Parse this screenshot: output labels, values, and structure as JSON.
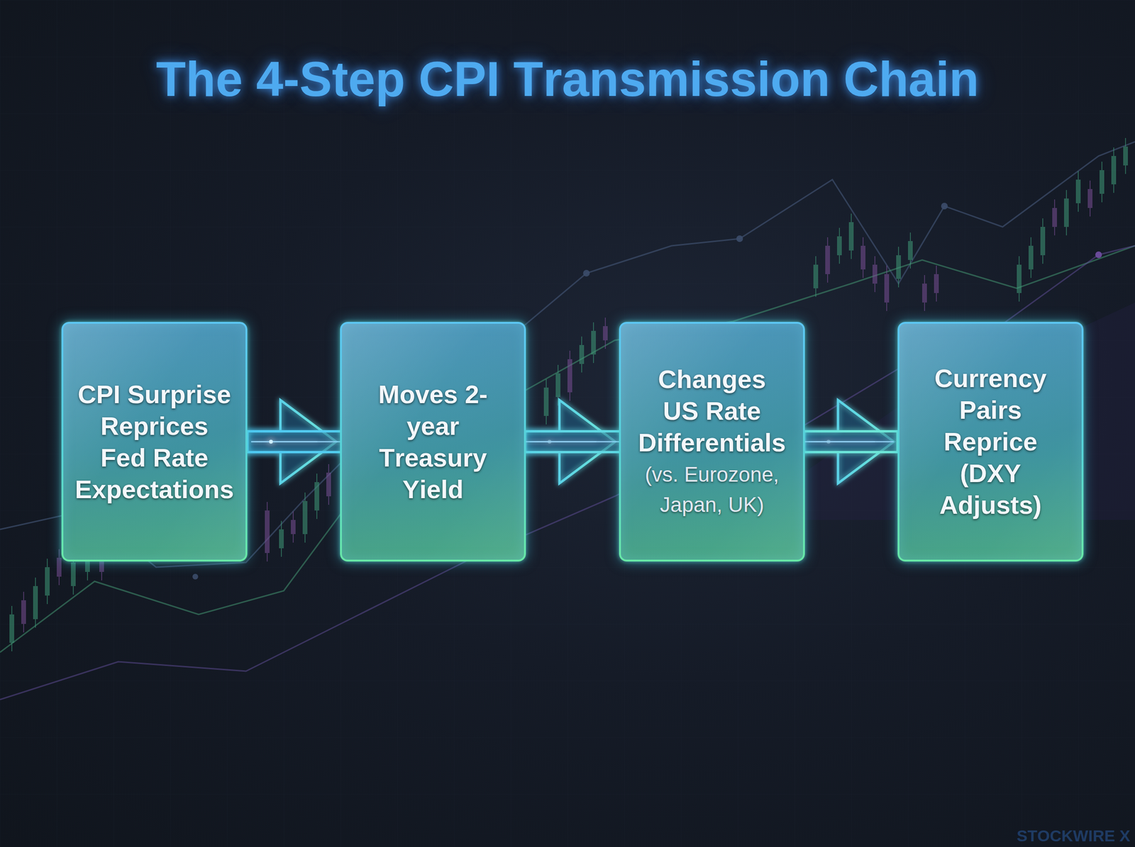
{
  "diagram": {
    "title": "The 4-Step CPI Transmission Chain",
    "nodes": [
      {
        "text": [
          "CPI Surprise Reprices Fed Rate Expectations"
        ]
      },
      {
        "text": [
          "Moves 2-year Treasury Yield"
        ]
      },
      {
        "text": [
          "Changes US Rate Differentials",
          "(vs. Eurozone, Japan, UK)"
        ]
      },
      {
        "text": [
          "Currency Pairs Reprice (DXY Adjusts)"
        ]
      }
    ],
    "edges": [
      {
        "from": 0,
        "to": 1,
        "arrow": "to"
      },
      {
        "from": 1,
        "to": 2,
        "arrow": "to"
      },
      {
        "from": 2,
        "to": 3,
        "arrow": "to"
      },
      {
        "from": 0,
        "to": 3,
        "arrow": "none"
      }
    ],
    "labels": [
      "STOCKWIRE X"
    ]
  }
}
